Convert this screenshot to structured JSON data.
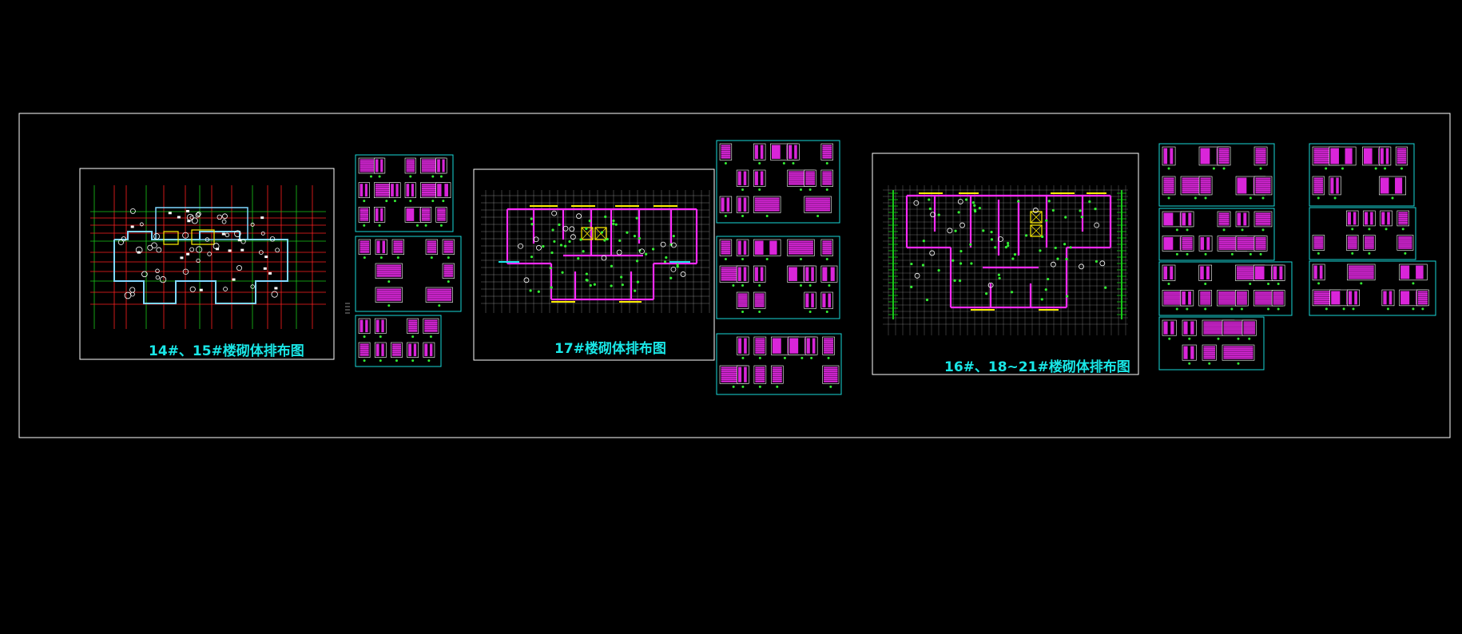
{
  "colors": {
    "background": "#000000",
    "frame": "#ffffff",
    "title_text": "#19e6e6",
    "wall": "#ff2bff",
    "grid_red": "#ff2020",
    "grid_green": "#18c818",
    "grid_gray": "#9a9a9a",
    "detail_border": "#19d8d8",
    "accent_yellow": "#ffee00"
  },
  "drawings": [
    {
      "id": "plan-14-15",
      "title": "14#、15#楼砌体排布图",
      "style": "red-green-grid"
    },
    {
      "id": "plan-17",
      "title": "17#楼砌体排布图",
      "style": "gray-grid"
    },
    {
      "id": "plan-16-18-21",
      "title": "16#、18~21#楼砌体排布图",
      "style": "dense-grid"
    }
  ],
  "detail_sheet_groups": 13
}
